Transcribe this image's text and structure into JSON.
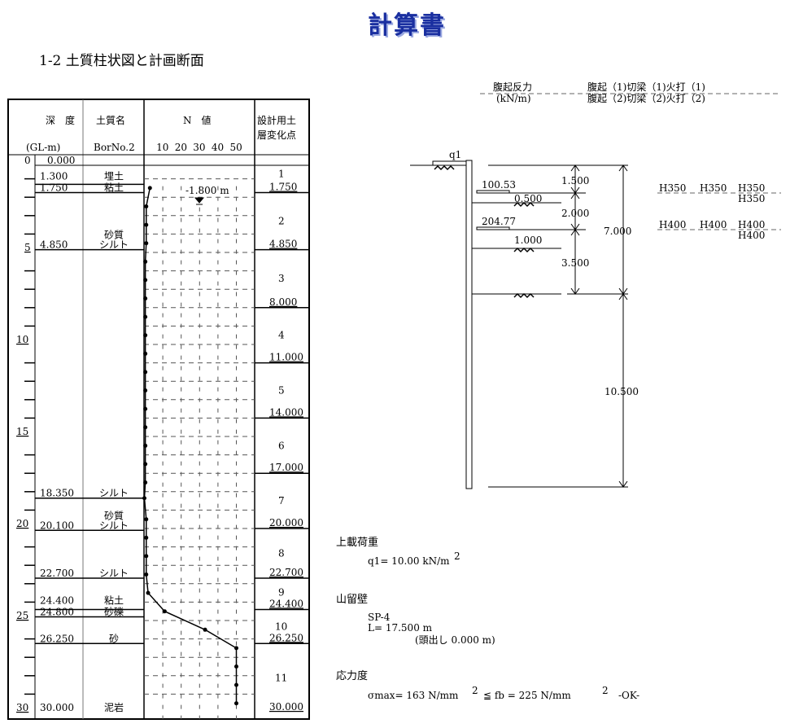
{
  "title": "計算書",
  "subtitle": "1-2  土質柱状図と計画断面",
  "table": {
    "headers": {
      "depth": "深　度",
      "depth_unit": "(GL-m)",
      "soil": "土質名",
      "boring": "BorNo.2",
      "n": "N　値",
      "n_ticks": [
        "10",
        "20",
        "30",
        "40",
        "50"
      ],
      "design": [
        "設計用土",
        "層変化点"
      ]
    },
    "top_row": {
      "depth": "0",
      "value": "0.000"
    },
    "depth_labels": [
      "5",
      "10",
      "15",
      "20",
      "25",
      "30"
    ],
    "water_level": "-1.800 m",
    "layers": [
      {
        "bottom": 1.3,
        "depth": "1.300",
        "name": "埋土"
      },
      {
        "bottom": 1.75,
        "depth": "1.750",
        "name": "粘土"
      },
      {
        "bottom": 4.85,
        "depth": "4.850",
        "name": "砂質\nシルト"
      },
      {
        "bottom": 18.35,
        "depth": "18.350",
        "name": "シルト"
      },
      {
        "bottom": 20.1,
        "depth": "20.100",
        "name": "砂質\nシルト"
      },
      {
        "bottom": 22.7,
        "depth": "22.700",
        "name": "シルト"
      },
      {
        "bottom": 24.4,
        "depth": "24.400",
        "name": "粘土"
      },
      {
        "bottom": 24.8,
        "depth": "24.800",
        "name": "砂礫"
      },
      {
        "bottom": 26.25,
        "depth": "26.250",
        "name": "砂"
      },
      {
        "bottom": 30.0,
        "depth": "30.000",
        "name": "泥岩"
      }
    ],
    "design_layers": [
      {
        "no": "1",
        "bottom": 1.75,
        "label": "1.750"
      },
      {
        "no": "2",
        "bottom": 4.85,
        "label": "4.850"
      },
      {
        "no": "3",
        "bottom": 8.0,
        "label": "8.000"
      },
      {
        "no": "4",
        "bottom": 11.0,
        "label": "11.000"
      },
      {
        "no": "5",
        "bottom": 14.0,
        "label": "14.000"
      },
      {
        "no": "6",
        "bottom": 17.0,
        "label": "17.000"
      },
      {
        "no": "7",
        "bottom": 20.0,
        "label": "20.000"
      },
      {
        "no": "8",
        "bottom": 22.7,
        "label": "22.700"
      },
      {
        "no": "9",
        "bottom": 24.4,
        "label": "24.400"
      },
      {
        "no": "10",
        "bottom": 26.25,
        "label": "26.250"
      },
      {
        "no": "11",
        "bottom": 30.0,
        "label": "30.000"
      }
    ],
    "n_values": [
      [
        1.5,
        3
      ],
      [
        2.5,
        1
      ],
      [
        3.5,
        1
      ],
      [
        4.5,
        1
      ],
      [
        5.5,
        0.5
      ],
      [
        6.5,
        0.5
      ],
      [
        7.5,
        0.5
      ],
      [
        8.5,
        0.5
      ],
      [
        9.5,
        0.5
      ],
      [
        10.5,
        0.5
      ],
      [
        11.5,
        0.5
      ],
      [
        12.5,
        0.5
      ],
      [
        13.5,
        0.5
      ],
      [
        14.5,
        0.5
      ],
      [
        15.5,
        0.5
      ],
      [
        16.5,
        0.5
      ],
      [
        17.5,
        0.5
      ],
      [
        18.35,
        0
      ],
      [
        19.5,
        1
      ],
      [
        20.5,
        1
      ],
      [
        21.5,
        1
      ],
      [
        22.5,
        1
      ],
      [
        23.5,
        2
      ],
      [
        24.5,
        11
      ],
      [
        25.5,
        33
      ],
      [
        26.5,
        50
      ],
      [
        27.5,
        50
      ],
      [
        28.5,
        50
      ],
      [
        29.5,
        50
      ]
    ]
  },
  "section": {
    "header_left": [
      "腹起反力",
      "(kN/m)"
    ],
    "header_right": [
      "腹起（1)切梁（1)火打（1)",
      "腹起（2)切梁（2)火打（2)"
    ],
    "q_label": "q1",
    "reactions": [
      "100.53",
      "204.77"
    ],
    "dims": [
      "1.500",
      "0.500",
      "2.000",
      "1.000",
      "3.500",
      "7.000",
      "10.500"
    ],
    "members1": [
      "H350",
      "H350",
      "H350",
      "H350"
    ],
    "members2": [
      "H400",
      "H400",
      "H400",
      "H400"
    ]
  },
  "notes": {
    "load_title": "上載荷重",
    "load": "q1= 10.00 kN/m",
    "sup": "2",
    "wall_title": "山留壁",
    "wall_type": "SP-4",
    "wall_len": "L=  17.500 m",
    "wall_head": "(頭出し  0.000 m)",
    "stress_title": "応力度",
    "stress_a": "σmax=   163 N/mm",
    "stress_b": "≦  fb =   225 N/mm",
    "stress_ok": "-OK-"
  }
}
